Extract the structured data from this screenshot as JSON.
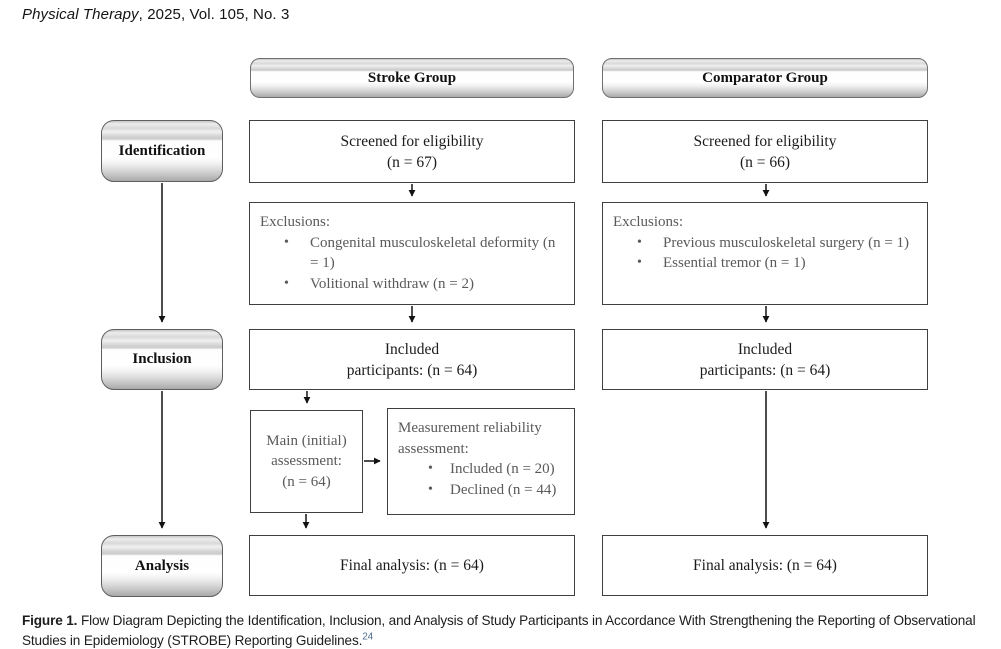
{
  "journal": {
    "name_italic": "Physical Therapy",
    "issue_info": ", 2025, Vol. 105, No. 3"
  },
  "ui": {
    "bullet": "•"
  },
  "stages": {
    "identification": "Identification",
    "inclusion": "Inclusion",
    "analysis": "Analysis"
  },
  "stroke_group": {
    "header": "Stroke Group",
    "screened": {
      "line1": "Screened for eligibility",
      "line2": "(n = 67)"
    },
    "exclusions": {
      "title": "Exclusions:",
      "items": [
        "Congenital musculoskeletal deformity (n = 1)",
        "Volitional withdraw (n = 2)"
      ]
    },
    "included": {
      "line1": "Included",
      "line2": "participants: (n = 64)"
    },
    "main_assessment": {
      "line1": "Main (initial)",
      "line2": "assessment:",
      "line3": "(n = 64)"
    },
    "reliability": {
      "line1": "Measurement reliability",
      "line2": "assessment:",
      "items": [
        "Included (n = 20)",
        "Declined (n = 44)"
      ]
    },
    "final": "Final analysis: (n = 64)"
  },
  "comparator_group": {
    "header": "Comparator Group",
    "screened": {
      "line1": "Screened for eligibility",
      "line2": "(n = 66)"
    },
    "exclusions": {
      "title": "Exclusions:",
      "items": [
        "Previous musculoskeletal surgery (n = 1)",
        "Essential tremor (n = 1)"
      ]
    },
    "included": {
      "line1": "Included",
      "line2": "participants: (n = 64)"
    },
    "final": "Final analysis: (n = 64)"
  },
  "caption": {
    "label": "Figure 1.",
    "text": " Flow Diagram Depicting the Identification, Inclusion, and Analysis of Study Participants in Accordance With Strengthening the Reporting of Observational Studies in Epidemiology (STROBE) Reporting Guidelines.",
    "reference_superscript": "24"
  },
  "colors": {
    "box_border": "#3f3f3f",
    "gray_text": "#5a5a5a",
    "dark_text": "#1b1b1b",
    "reference_link": "#4f6e91"
  }
}
